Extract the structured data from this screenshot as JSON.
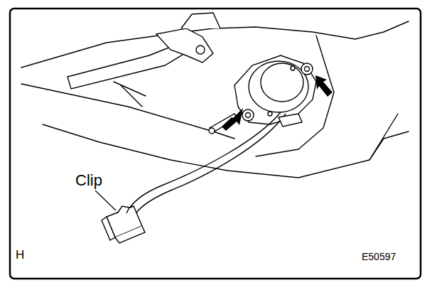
{
  "diagram": {
    "labels": [
      "Clip",
      "H",
      "E50597"
    ]
  }
}
